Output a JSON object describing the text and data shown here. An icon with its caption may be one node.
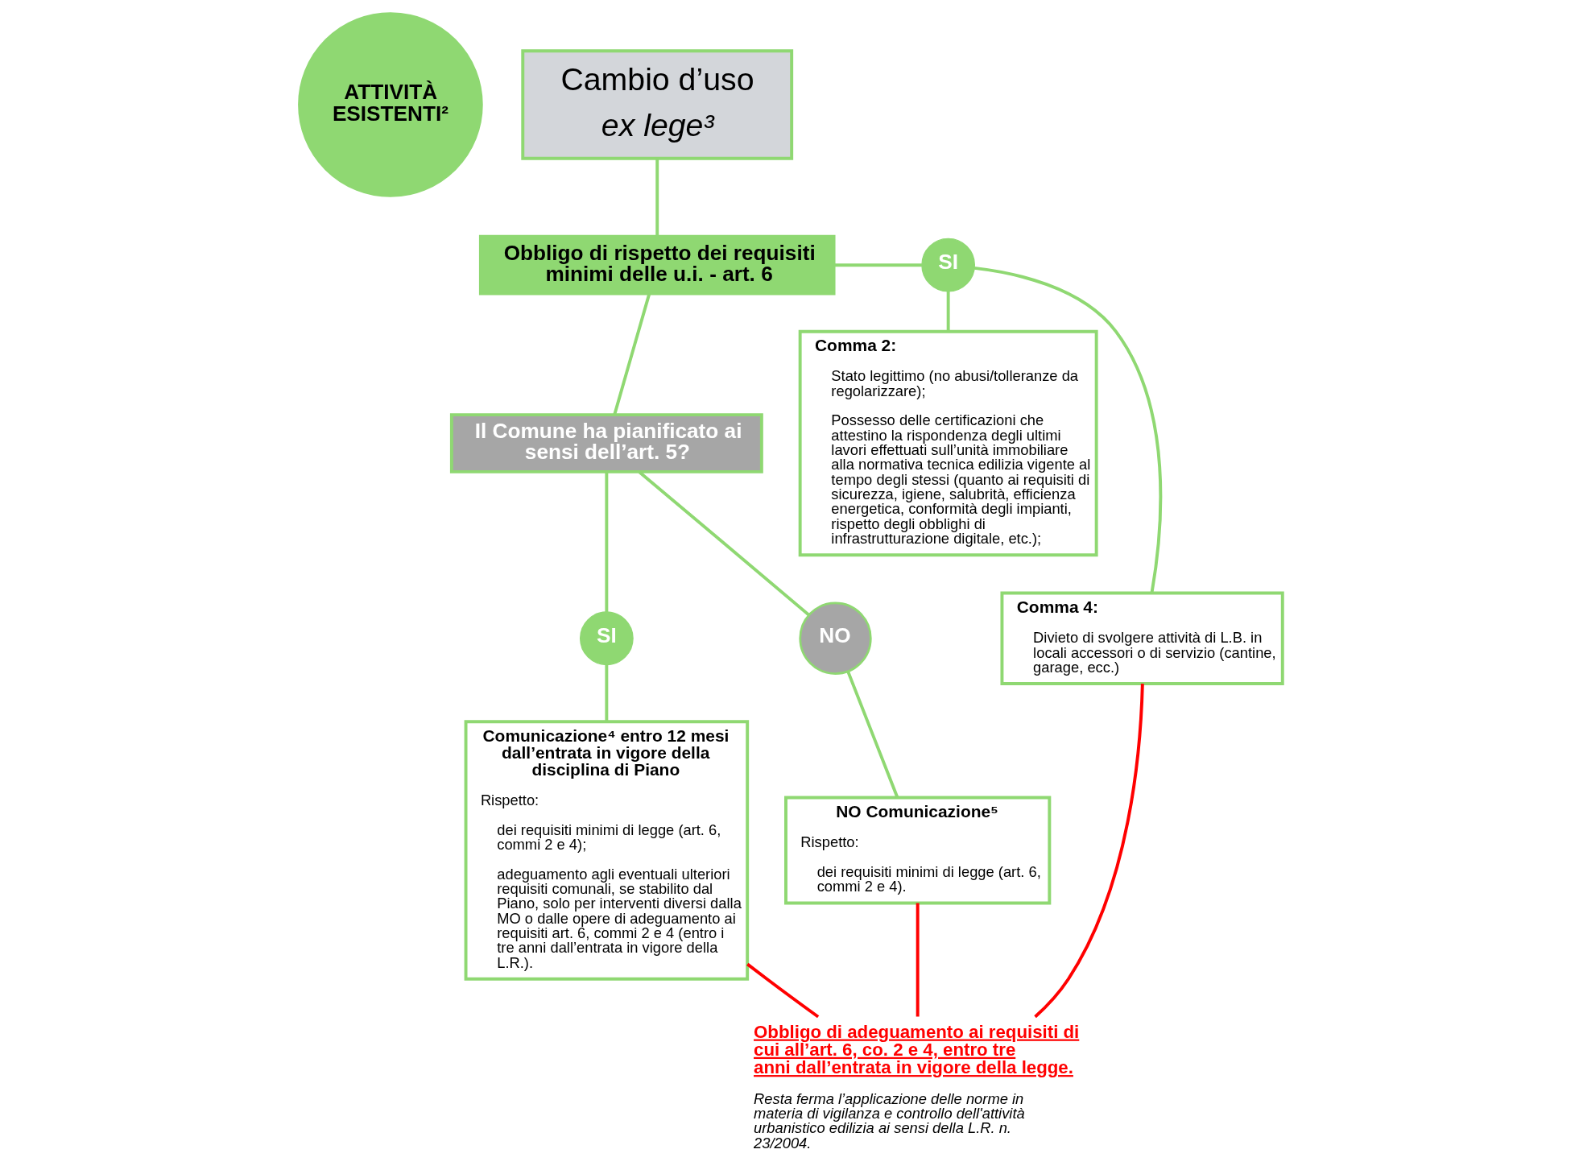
{
  "diagram": {
    "nodes": [
      {
        "text": [
          "ATTIVITÀ ESISTENTI²"
        ]
      },
      {
        "text": [
          "Cambio d’uso",
          "ex lege³"
        ]
      },
      {
        "text": [
          "Obbligo di rispetto dei requisiti minimi delle u.i. - art. 6"
        ]
      },
      {
        "text": [
          "Il Comune ha pianificato ai sensi dell’art. 5?"
        ]
      },
      {
        "text": [
          "SI"
        ]
      },
      {
        "text": [
          "Comma 2:",
          "Stato legittimo (no abusi/tolleranze da regolarizzare);",
          "Possesso delle certificazioni che attestino la rispondenza degli ultimi lavori effettuati sull’unità immobiliare alla normativa tecnica edilizia vigente al tempo degli stessi (quanto ai requisiti di sicurezza, igiene, salubrità, efficienza energetica, conformità degli impianti, rispetto degli obblighi di infrastrutturazione digitale, etc.);"
        ]
      },
      {
        "text": [
          "Comma 4:",
          "Divieto di svolgere attività di L.B. in locali accessori o di servizio (cantine, garage, ecc.)"
        ]
      },
      {
        "text": [
          "SI"
        ]
      },
      {
        "text": [
          "NO"
        ]
      },
      {
        "text": [
          "Comunicazione⁴ entro 12 mesi dall’entrata in vigore della disciplina di Piano",
          "Rispetto:",
          "dei requisiti minimi di legge (art. 6, commi 2 e 4);",
          "adeguamento agli eventuali ulteriori requisiti comunali, se stabilito dal Piano, solo per interventi diversi dalla MO o dalle opere di adeguamento ai requisiti art. 6, commi 2 e 4 (entro i tre anni dall’entrata in vigore della L.R.)."
        ]
      },
      {
        "text": [
          "NO Comunicazione⁵",
          "Rispetto:",
          "dei requisiti minimi di legge (art. 6, commi 2 e 4)."
        ]
      },
      {
        "text": [
          "Obbligo di adeguamento ai requisiti di cui all’art. 6, co. 2 e 4, entro tre anni dall’entrata in vigore della legge.",
          "Resta ferma l’applicazione delle norme in materia di vigilanza e controllo dell'attività urbanistico edilizia ai sensi della L.R. n. 23/2004."
        ]
      }
    ],
    "edges": [
      {
        "from": 1,
        "to": 2,
        "arrow": "none"
      },
      {
        "from": 2,
        "to": 3,
        "arrow": "none"
      },
      {
        "from": 2,
        "to": 4,
        "arrow": "none"
      },
      {
        "from": 4,
        "to": 5,
        "arrow": "none"
      },
      {
        "from": 4,
        "to": 6,
        "arrow": "none"
      },
      {
        "from": 3,
        "to": 7,
        "arrow": "none"
      },
      {
        "from": 3,
        "to": 8,
        "arrow": "none"
      },
      {
        "from": 7,
        "to": 9,
        "arrow": "none"
      },
      {
        "from": 8,
        "to": 10,
        "arrow": "none"
      },
      {
        "from": 6,
        "to": 11,
        "arrow": "none",
        "color": "#ff0000"
      },
      {
        "from": 9,
        "to": 11,
        "arrow": "none",
        "color": "#ff0000"
      },
      {
        "from": 10,
        "to": 11,
        "arrow": "none",
        "color": "#ff0000"
      }
    ]
  }
}
